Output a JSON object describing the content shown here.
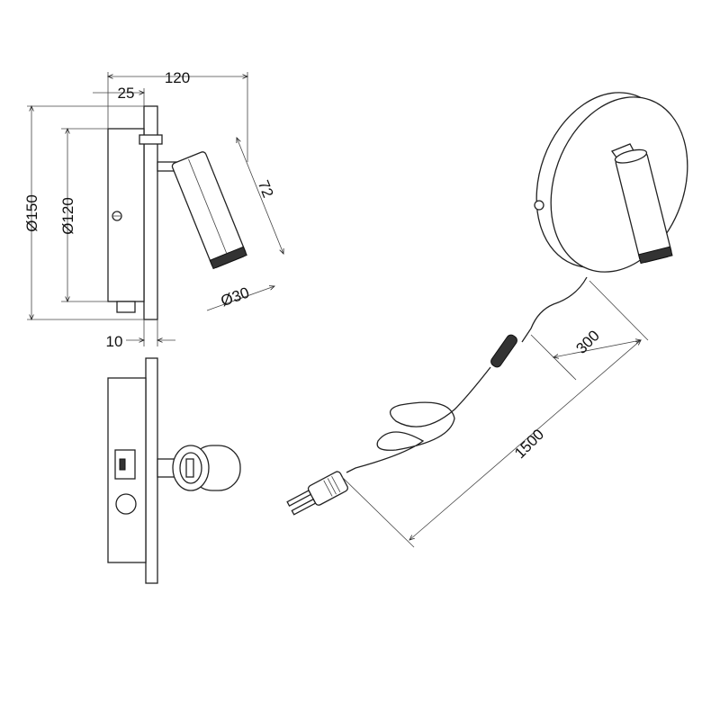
{
  "dimensions": {
    "total_depth": "120",
    "box_depth": "25",
    "plate_diameter": "Ø150",
    "box_diameter": "Ø120",
    "head_length": "72",
    "head_diameter": "Ø30",
    "plate_thickness": "10",
    "cord_to_switch": "300",
    "cord_length": "1500"
  }
}
